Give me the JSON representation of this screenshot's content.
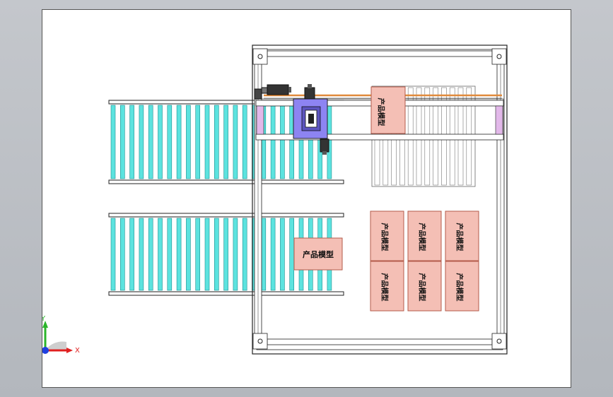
{
  "diagram": {
    "product_label": "产品模型",
    "axis_x": "X",
    "axis_y": "Y"
  },
  "colors": {
    "roller": "#5ce3df",
    "roller_edge": "#1a8f8f",
    "carriage": "#8d84f2",
    "carriage_end": "#e2b8e9",
    "product": "#f4bfb5",
    "product_edge": "#b35b4a",
    "belt_orange": "#e08a3c",
    "frame": "#222222"
  },
  "conveyor_top": {
    "rollers": 24
  },
  "conveyor_bottom": {
    "rollers": 24
  },
  "pallet_top": {
    "slats": 12
  },
  "product_stack": {
    "rows": 2,
    "cols": 3
  }
}
